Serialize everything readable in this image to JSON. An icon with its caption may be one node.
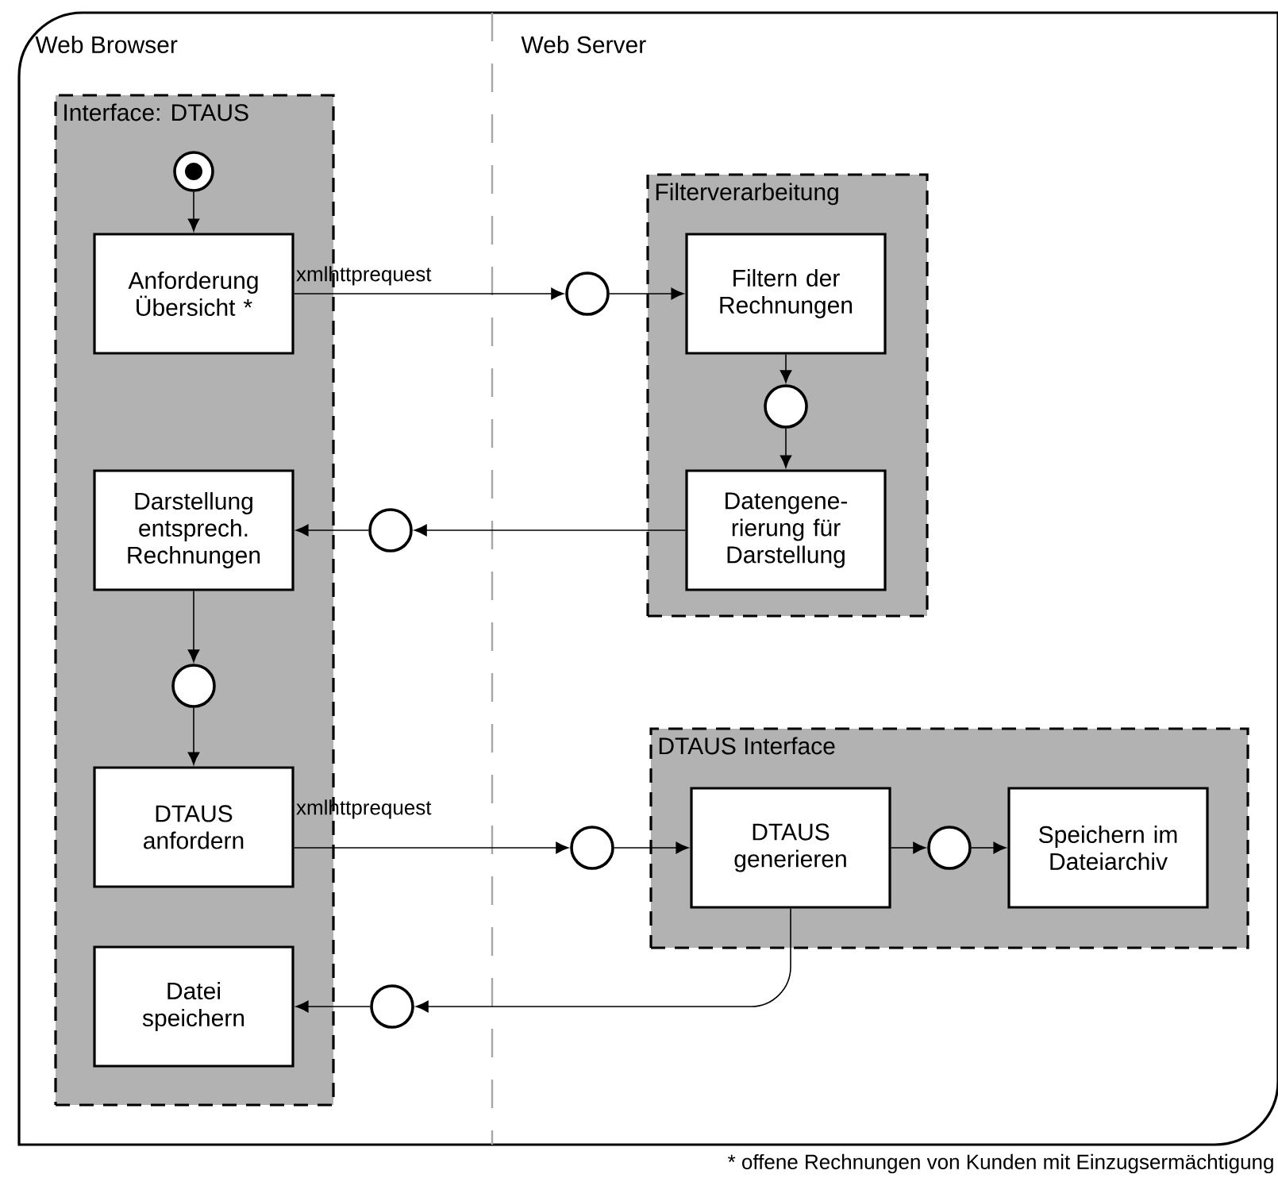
{
  "diagram": {
    "nodes": [
      {
        "text": [
          "Interface: DTAUS"
        ]
      },
      {
        "text": [],
        "shape": "circle",
        "in": 0
      },
      {
        "text": [
          "Anforderung Übersicht *"
        ],
        "in": 0
      },
      {
        "text": [
          "Darstellung entsprech. Rechnungen"
        ],
        "in": 0
      },
      {
        "text": [],
        "shape": "circle",
        "in": 0
      },
      {
        "text": [
          "DTAUS anfordern"
        ],
        "in": 0
      },
      {
        "text": [
          "Datei speichern"
        ],
        "in": 0
      },
      {
        "text": [
          "Filterverarbeitung"
        ]
      },
      {
        "text": [
          "Filtern der Rechnungen"
        ],
        "in": 7
      },
      {
        "text": [],
        "shape": "circle",
        "in": 7
      },
      {
        "text": [
          "Datengene- rierung für Darstellung"
        ],
        "in": 7
      },
      {
        "text": [
          "DTAUS Interface"
        ]
      },
      {
        "text": [
          "DTAUS generieren"
        ],
        "in": 11
      },
      {
        "text": [],
        "shape": "circle",
        "in": 11
      },
      {
        "text": [
          "Speichern im Dateiarchiv"
        ],
        "in": 11
      },
      {
        "text": [],
        "shape": "circle"
      },
      {
        "text": [],
        "shape": "circle"
      },
      {
        "text": [],
        "shape": "circle"
      },
      {
        "text": [],
        "shape": "circle"
      }
    ],
    "edges": [
      {
        "from": 1,
        "to": 2,
        "arrow": "to"
      },
      {
        "from": 2,
        "to": 15,
        "arrow": "to",
        "label": "xmlhttprequest"
      },
      {
        "from": 15,
        "to": 8,
        "arrow": "to"
      },
      {
        "from": 8,
        "to": 9,
        "arrow": "to"
      },
      {
        "from": 9,
        "to": 10,
        "arrow": "to"
      },
      {
        "from": 10,
        "to": 16,
        "arrow": "to"
      },
      {
        "from": 16,
        "to": 3,
        "arrow": "to"
      },
      {
        "from": 3,
        "to": 4,
        "arrow": "to"
      },
      {
        "from": 4,
        "to": 5,
        "arrow": "to"
      },
      {
        "from": 5,
        "to": 17,
        "arrow": "to",
        "label": "xmlhttprequest"
      },
      {
        "from": 17,
        "to": 12,
        "arrow": "to"
      },
      {
        "from": 12,
        "to": 13,
        "arrow": "to"
      },
      {
        "from": 13,
        "to": 14,
        "arrow": "to"
      },
      {
        "from": 12,
        "to": 18,
        "arrow": "to"
      },
      {
        "from": 18,
        "to": 6,
        "arrow": "to"
      }
    ],
    "labels": [
      "Web Browser",
      "Web Server",
      "* offene Rechnungen von Kunden mit Einzugsermächtigung"
    ]
  }
}
